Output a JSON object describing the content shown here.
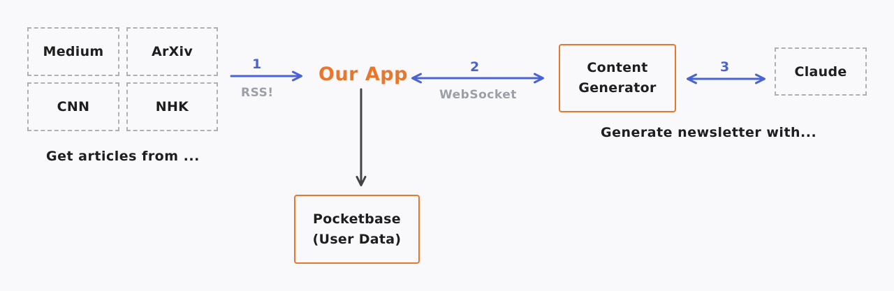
{
  "sources": {
    "items": [
      "Medium",
      "ArXiv",
      "CNN",
      "NHK"
    ],
    "caption": "Get articles from ..."
  },
  "app": {
    "title": "Our App"
  },
  "storage": {
    "line1": "Pocketbase",
    "line2": "(User Data)"
  },
  "generator": {
    "line1": "Content",
    "line2": "Generator",
    "caption": "Generate newsletter with..."
  },
  "llm": {
    "label": "Claude"
  },
  "connections": [
    {
      "step": "1",
      "protocol": "RSS!"
    },
    {
      "step": "2",
      "protocol": "WebSocket"
    },
    {
      "step": "3"
    }
  ],
  "colors": {
    "accent": "#e8772e",
    "arrow_blue": "#4a63d4",
    "arrow_dark": "#444444",
    "dashed_border": "#b0b0b0",
    "muted_text": "#9aa0a6"
  }
}
